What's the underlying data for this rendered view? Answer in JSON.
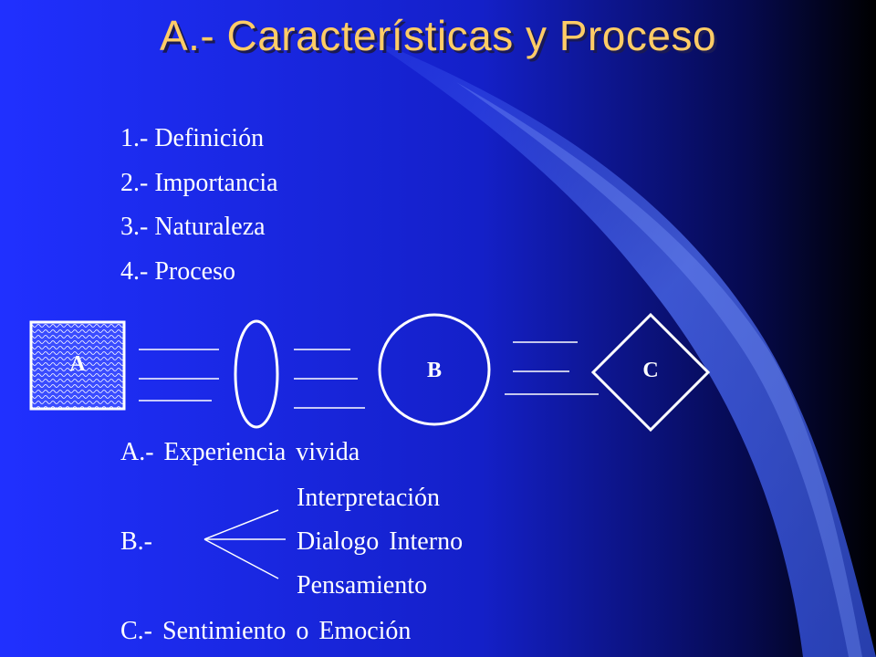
{
  "title": "A.- Características y Proceso",
  "list": [
    "1.- Definición",
    "2.- Importancia",
    "3.- Naturaleza",
    "4.- Proceso"
  ],
  "diagram": {
    "box_label": "A",
    "circle_label": "B",
    "diamond_label": "C"
  },
  "explanation": {
    "a_line": "A.- Experiencia vivida",
    "b_prefix": "B.-",
    "b_items": [
      "Interpretación",
      "Dialogo Interno",
      "Pensamiento"
    ],
    "c_line": "C.- Sentimiento o Emoción"
  },
  "colors": {
    "background_left": "#1e2cff",
    "background_right": "#000000",
    "title": "#ffcc66",
    "text": "#ffffff"
  }
}
